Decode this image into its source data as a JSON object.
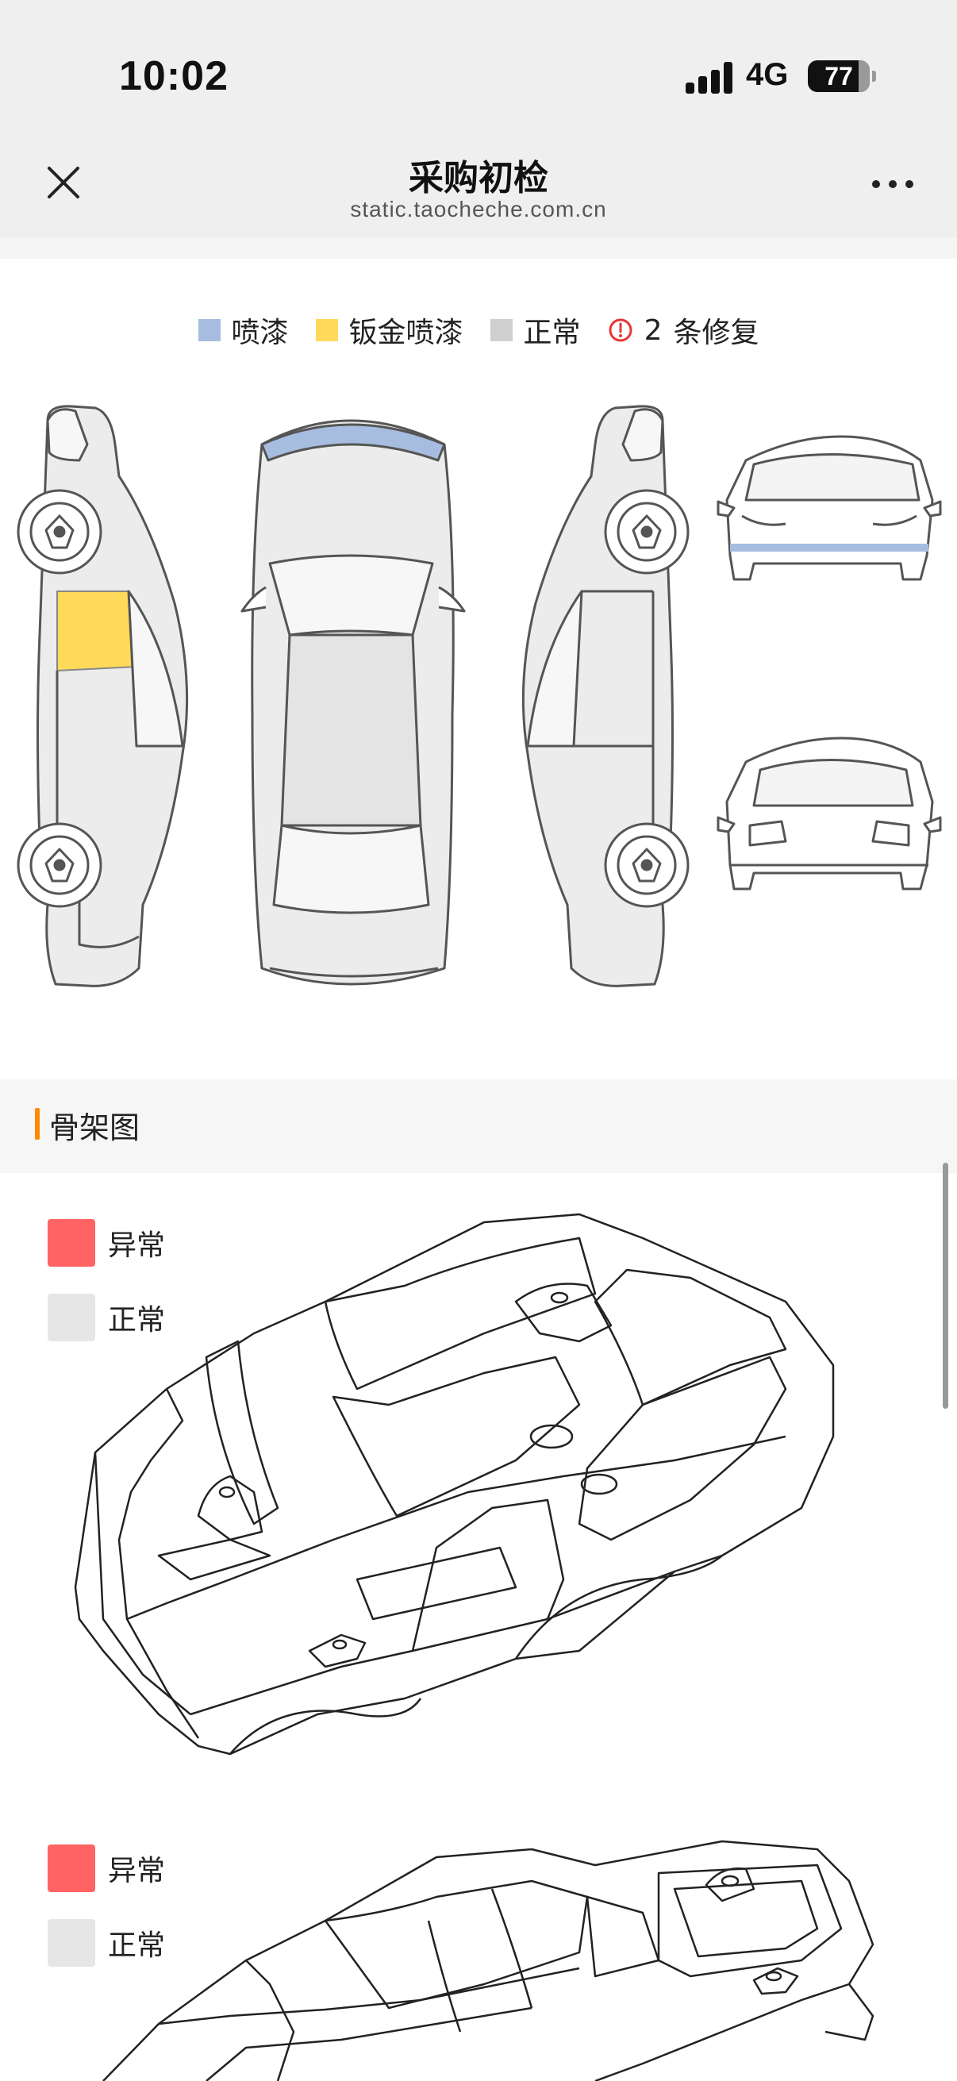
{
  "status": {
    "time": "10:02",
    "network": "4G",
    "battery": "77"
  },
  "nav": {
    "title": "采购初检",
    "subtitle": "static.taocheche.com.cn"
  },
  "legend": {
    "items": [
      {
        "label": "喷漆",
        "color": "#a7bde0"
      },
      {
        "label": "钣金喷漆",
        "color": "#ffd95a"
      },
      {
        "label": "正常",
        "color": "#cfcfcf"
      }
    ],
    "repair_count": "2",
    "repair_label": "条修复",
    "repair_color": "#e53935"
  },
  "skeleton": {
    "section_title": "骨架图",
    "accent_color": "#ff8a00",
    "legend": [
      {
        "label": "异常",
        "color": "#ff6363"
      },
      {
        "label": "正常",
        "color": "#e6e6e6"
      }
    ]
  },
  "icons": [
    "close-icon",
    "more-icon",
    "warning-icon",
    "signal-icon",
    "battery-icon"
  ]
}
